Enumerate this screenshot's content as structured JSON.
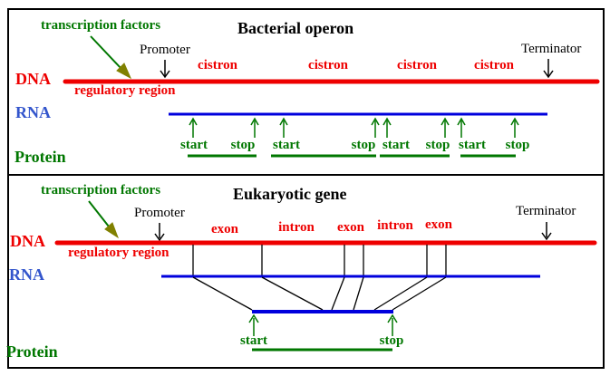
{
  "colors": {
    "dna_red": "#ee0000",
    "rna_line_blue": "#0000dd",
    "rna_label_blue": "#3355cc",
    "green": "#007700",
    "olive_arrowhead": "#808000",
    "black": "#000000"
  },
  "operon": {
    "title": "Bacterial operon",
    "transcription_factors": "transcription factors",
    "promoter": "Promoter",
    "terminator": "Terminator",
    "dna_label": "DNA",
    "regulatory_region": "regulatory region",
    "cistrons": [
      "cistron",
      "cistron",
      "cistron",
      "cistron"
    ],
    "rna_label": "RNA",
    "protein_label": "Protein",
    "codons": [
      "start",
      "stop",
      "start",
      "stop",
      "start",
      "stop",
      "start",
      "stop"
    ]
  },
  "eukaryote": {
    "title": "Eukaryotic gene",
    "transcription_factors": "transcription factors",
    "promoter": "Promoter",
    "terminator": "Terminator",
    "dna_label": "DNA",
    "regulatory_region": "regulatory region",
    "segments": [
      "exon",
      "intron",
      "exon",
      "intron",
      "exon"
    ],
    "rna_label": "RNA",
    "protein_label": "Protein",
    "start_label": "start",
    "stop_label": "stop"
  }
}
